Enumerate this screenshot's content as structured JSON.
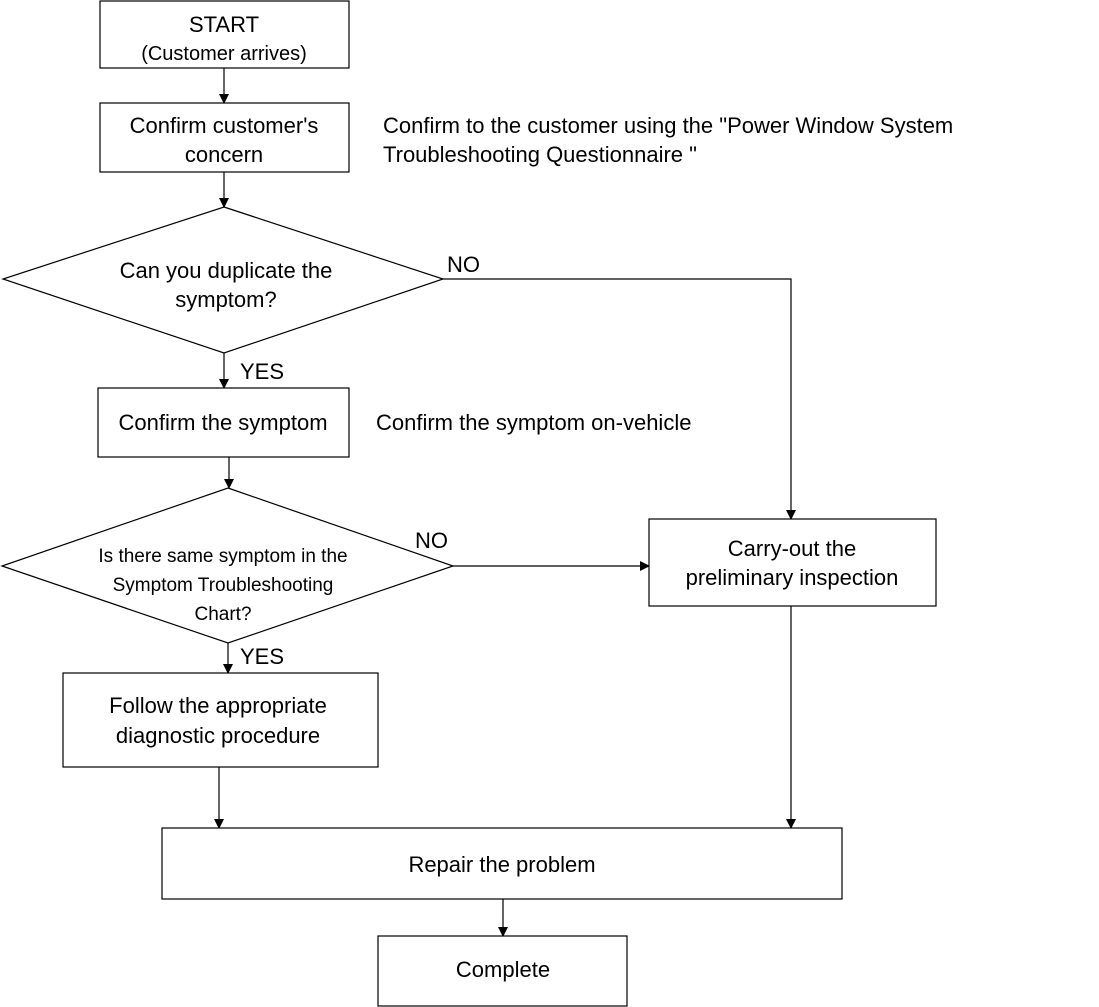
{
  "nodes": {
    "start": {
      "line1": "START",
      "line2": "(Customer arrives)"
    },
    "confirm_concern": {
      "line1": "Confirm customer's",
      "line2": "concern"
    },
    "duplicate_decision": {
      "line1": "Can you duplicate the",
      "line2": "symptom?"
    },
    "confirm_symptom": {
      "line1": "Confirm the symptom"
    },
    "chart_decision": {
      "line1": "Is there same symptom in the",
      "line2": "Symptom Troubleshooting",
      "line3": "Chart?"
    },
    "follow_procedure": {
      "line1": "Follow the appropriate",
      "line2": "diagnostic procedure"
    },
    "preliminary_inspection": {
      "line1": "Carry-out the",
      "line2": "preliminary inspection"
    },
    "repair": {
      "line1": "Repair the problem"
    },
    "complete": {
      "line1": "Complete"
    }
  },
  "notes": {
    "questionnaire": {
      "line1": "Confirm to the customer using the \"Power Window System",
      "line2": "Troubleshooting Questionnaire \""
    },
    "on_vehicle": {
      "line1": "Confirm the symptom on-vehicle"
    }
  },
  "branch_labels": {
    "duplicate_no": "NO",
    "duplicate_yes": "YES",
    "chart_no": "NO",
    "chart_yes": "YES"
  }
}
